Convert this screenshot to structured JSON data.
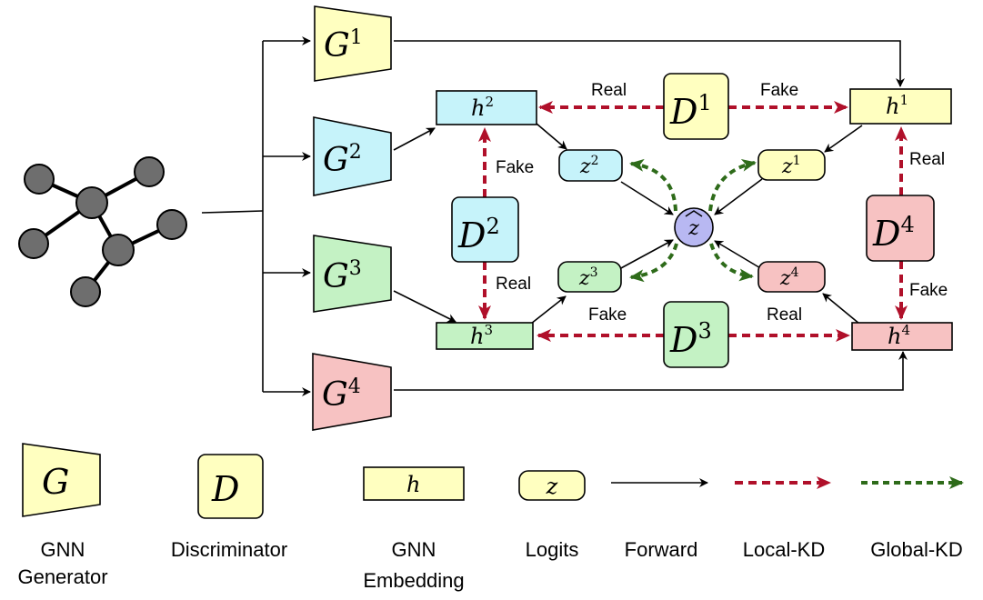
{
  "colors": {
    "yellow": "#FFFFC0",
    "blue": "#C6F3FA",
    "green": "#C4F2C4",
    "red": "#F7C2C2",
    "center": "#B8B8F2",
    "local_kd": "#B0102A",
    "global_kd": "#2E6B1A",
    "node": "#6E6E6E"
  },
  "generators": [
    {
      "sym": "G",
      "sup": "1"
    },
    {
      "sym": "G",
      "sup": "2"
    },
    {
      "sym": "G",
      "sup": "3"
    },
    {
      "sym": "G",
      "sup": "4"
    }
  ],
  "embeddings": [
    {
      "sym": "h",
      "sup": "1"
    },
    {
      "sym": "h",
      "sup": "2"
    },
    {
      "sym": "h",
      "sup": "3"
    },
    {
      "sym": "h",
      "sup": "4"
    }
  ],
  "logits": [
    {
      "sym": "z",
      "sup": "1"
    },
    {
      "sym": "z",
      "sup": "2"
    },
    {
      "sym": "z",
      "sup": "3"
    },
    {
      "sym": "z",
      "sup": "4"
    }
  ],
  "discriminators": [
    {
      "sym": "D",
      "sup": "1"
    },
    {
      "sym": "D",
      "sup": "2"
    },
    {
      "sym": "D",
      "sup": "3"
    },
    {
      "sym": "D",
      "sup": "4"
    }
  ],
  "center": {
    "sym": "z"
  },
  "edge_labels": {
    "d1_left": "Real",
    "d1_right": "Fake",
    "d2_up": "Fake",
    "d2_down": "Real",
    "d3_left": "Fake",
    "d3_right": "Real",
    "d4_up": "Real",
    "d4_down": "Fake"
  },
  "legend": {
    "generator": {
      "sym": "G",
      "label_line1": "GNN",
      "label_line2": "Generator"
    },
    "discriminator": {
      "sym": "D",
      "label": "Discriminator"
    },
    "embedding": {
      "sym": "h",
      "label_line1": "GNN",
      "label_line2": "Embedding"
    },
    "logits": {
      "sym": "z",
      "label": "Logits"
    },
    "forward": {
      "label": "Forward"
    },
    "local_kd": {
      "label": "Local-KD"
    },
    "global_kd": {
      "label": "Global-KD"
    }
  }
}
